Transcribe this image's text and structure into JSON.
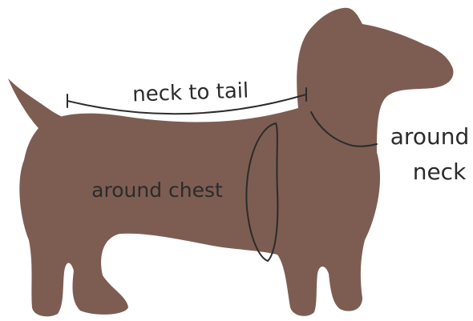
{
  "labels": {
    "neck_to_tail": "neck to tail",
    "around_chest": "around chest",
    "around_neck_line1": "around",
    "around_neck_line2": "neck"
  },
  "colors": {
    "dog_fill": "#7d5d52",
    "measure_line": "#2b2b2b",
    "text": "#2b2b2b",
    "background": "#ffffff"
  }
}
